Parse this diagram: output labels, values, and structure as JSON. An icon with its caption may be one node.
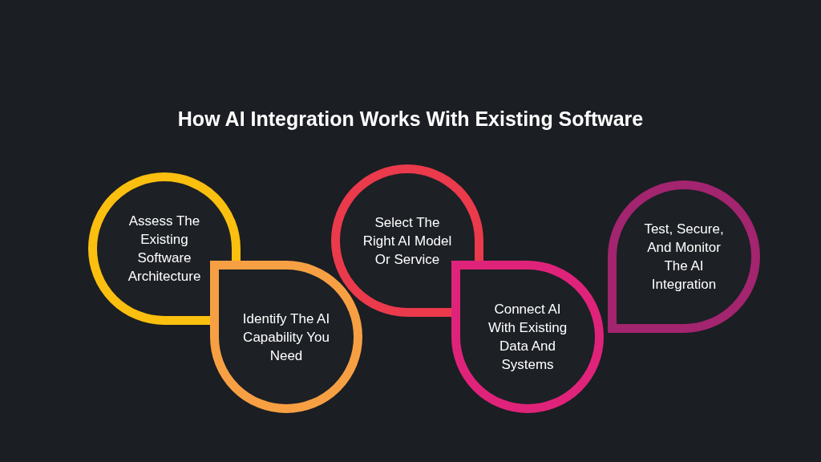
{
  "diagram": {
    "title": "How AI Integration Works With Existing Software",
    "nodes": [
      {
        "text": [
          "Assess The Existing Software Architecture"
        ]
      },
      {
        "text": [
          "Identify The AI Capability You Need"
        ]
      },
      {
        "text": [
          "Select The Right AI Model Or Service"
        ]
      },
      {
        "text": [
          "Connect AI With Existing Data And Systems"
        ]
      },
      {
        "text": [
          "Test, Secure, And Monitor The AI Integration"
        ]
      }
    ]
  }
}
